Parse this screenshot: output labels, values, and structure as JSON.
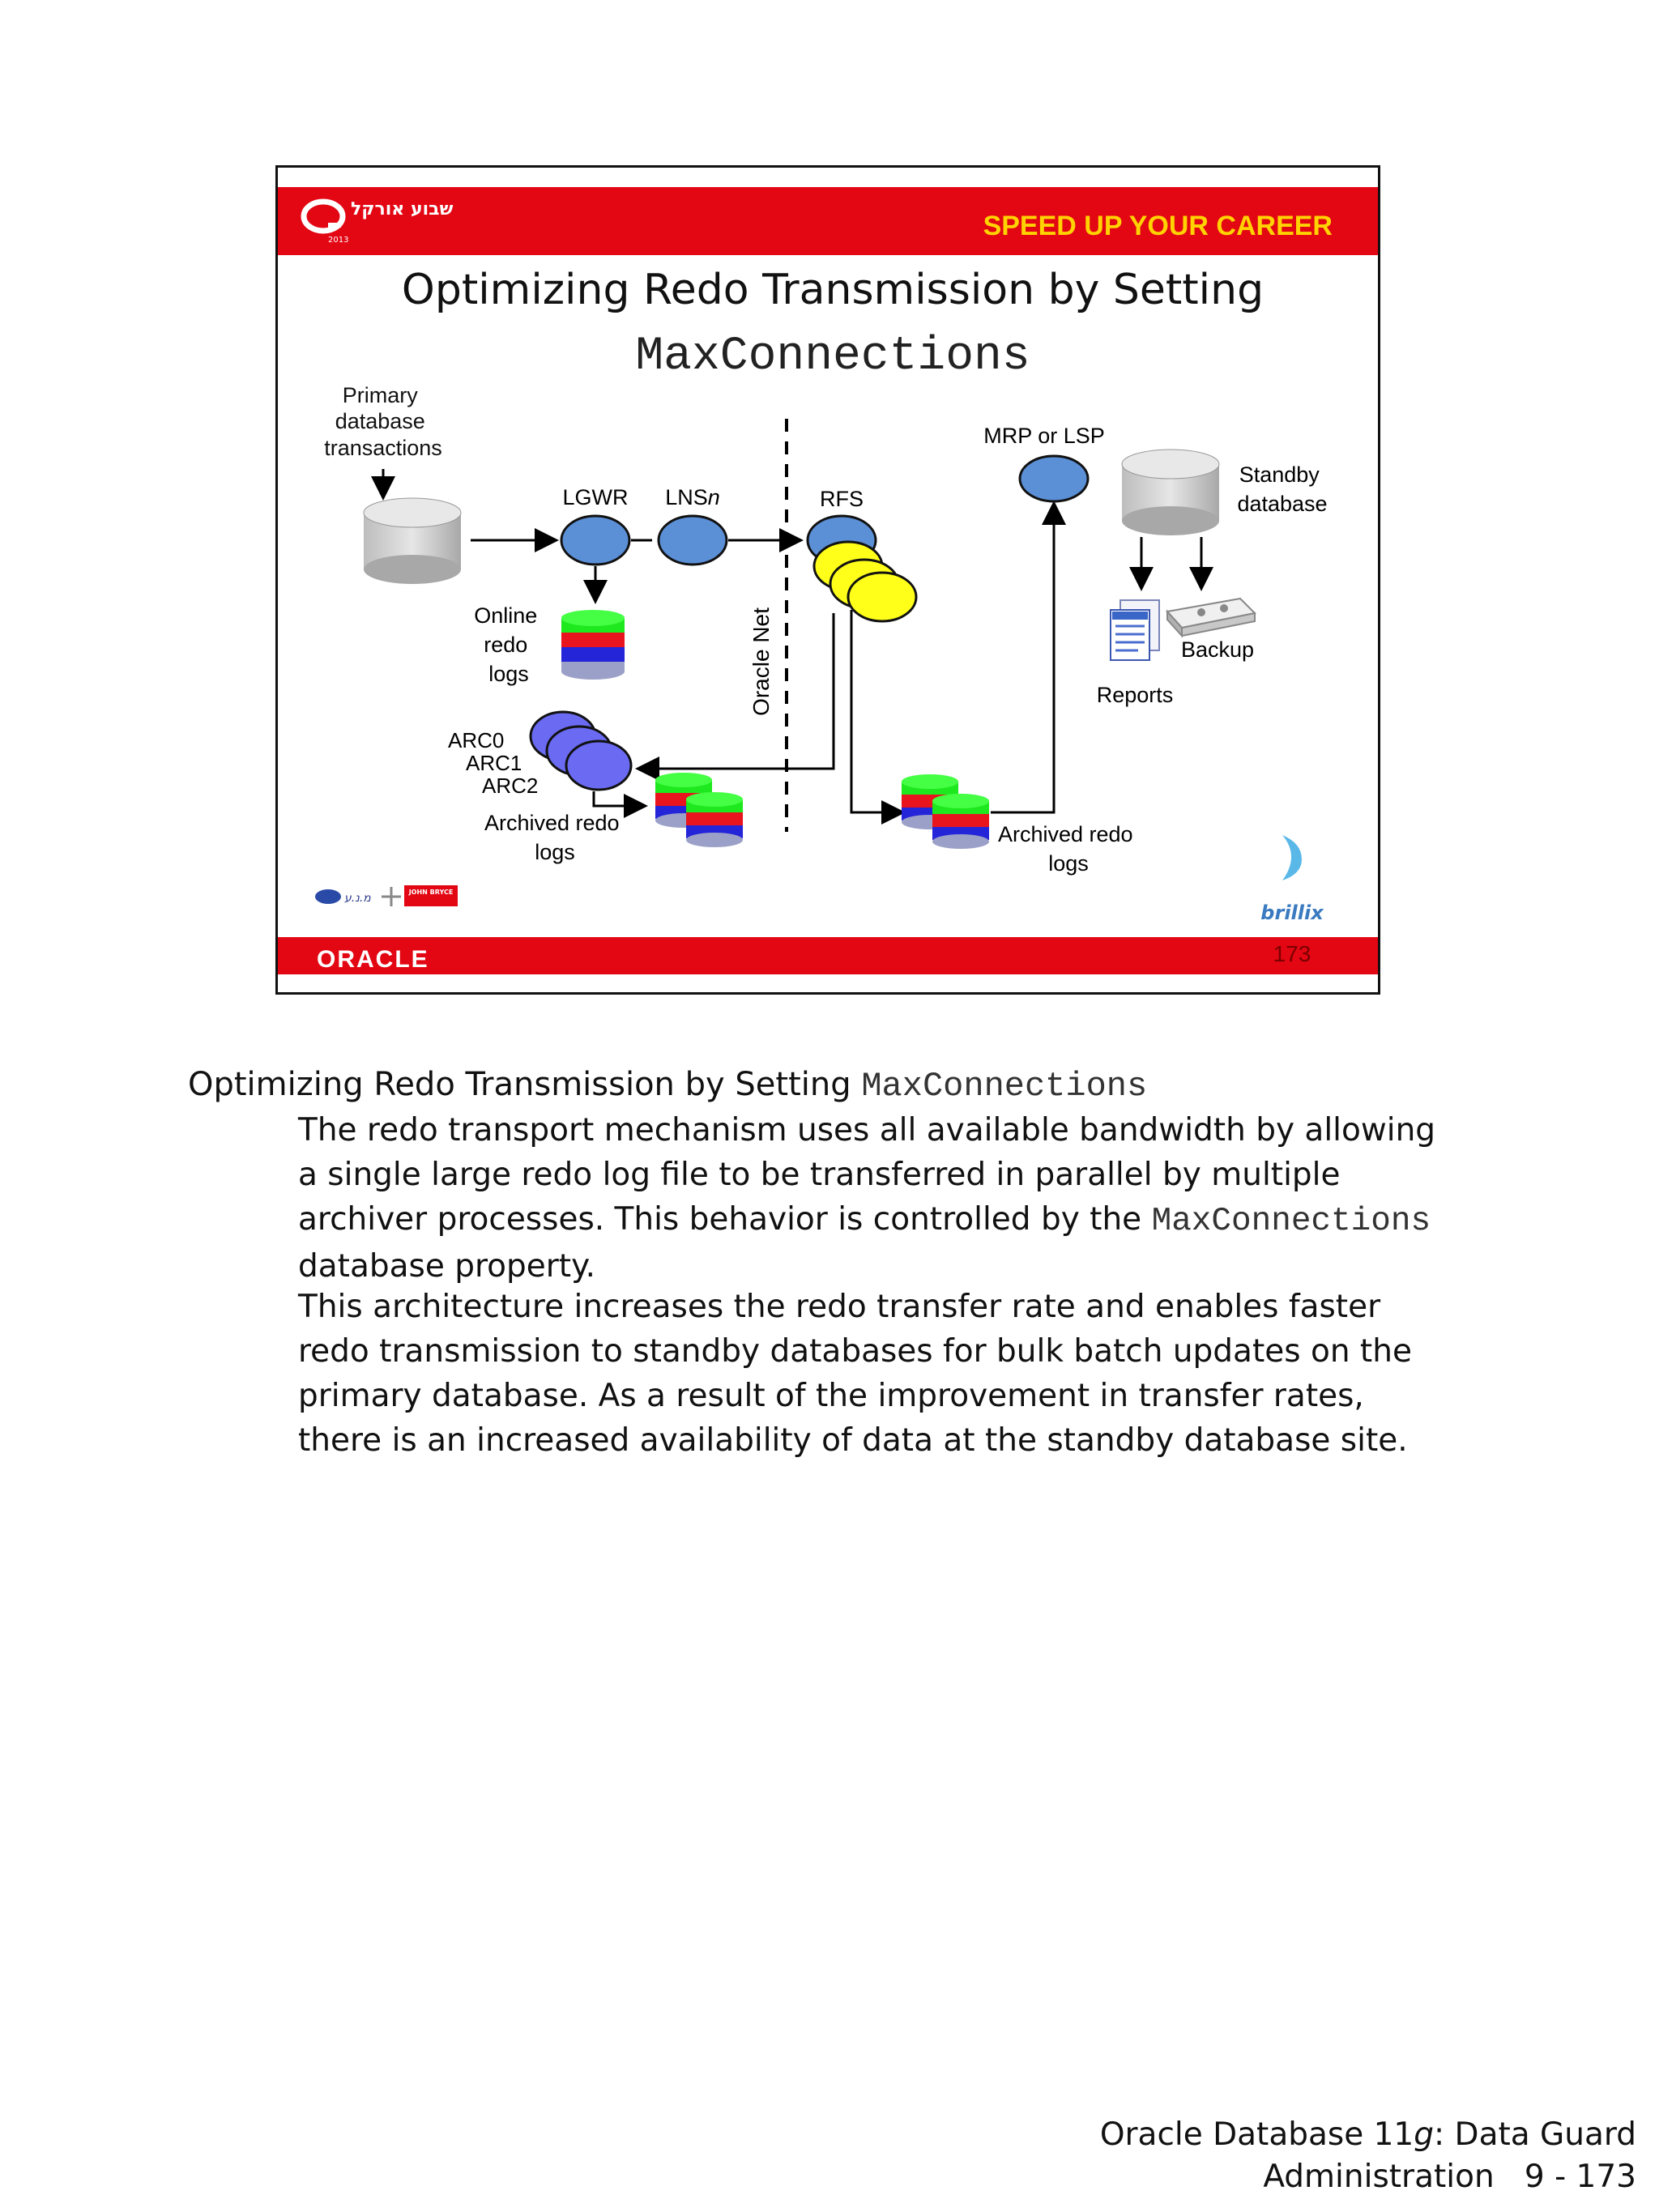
{
  "slide": {
    "banner_tagline": "SPEED UP YOUR CAREER",
    "logo_hebrew_text": "שבוע אורקל",
    "logo_year": "2013",
    "title_line1": "Optimizing Redo Transmission by Setting",
    "title_line2": "MaxConnections",
    "oracle_logo": "ORACLE",
    "page_number": "173",
    "sponsor_text": "JOHN BRYCE",
    "brillix_text": "brillix",
    "diagram": {
      "primary_label": [
        "Primary",
        "database",
        "transactions"
      ],
      "lgwr": "LGWR",
      "lnsn_prefix": "LNS",
      "lnsn_suffix": "n",
      "rfs": "RFS",
      "mrp": "MRP or LSP",
      "standby_label": [
        "Standby",
        "database"
      ],
      "online_redo_label": [
        "Online",
        "redo",
        "logs"
      ],
      "oracle_net": "Oracle Net",
      "arc_labels": [
        "ARC0",
        "ARC1",
        "ARC2"
      ],
      "archived_left_label": [
        "Archived redo",
        "logs"
      ],
      "archived_right_label": [
        "Archived redo",
        "logs"
      ],
      "reports": "Reports",
      "backup": "Backup"
    },
    "colors": {
      "banner_red": "#e30613",
      "tagline_yellow": "#ffd200",
      "process_blue": "#5b8fd6",
      "arc_purple": "#6a6af2",
      "rfs_yellow": "#ffff1a",
      "disk_green": "#1ee81e",
      "disk_red": "#e8141e",
      "disk_blue": "#2424d8"
    }
  },
  "notes": {
    "heading_prefix": "Optimizing Redo Transmission by Setting",
    "heading_code": "MaxConnections",
    "para1_part1": "The redo transport mechanism uses all available bandwidth by allowing a single large redo log file to be transferred in parallel by multiple archiver processes. This behavior is controlled by the",
    "para1_code": "MaxConnections",
    "para1_part2": "database property.",
    "para2": "This architecture increases the redo transfer rate and enables faster redo transmission to standby databases for bulk batch updates on the primary database. As a result of the improvement in transfer rates, there is an increased availability of data at the standby database site."
  },
  "footer": {
    "line1_prefix": "Oracle Database 11",
    "line1_italic": "g",
    "line1_suffix": ": Data Guard",
    "line2": "Administration   9 - 173"
  }
}
